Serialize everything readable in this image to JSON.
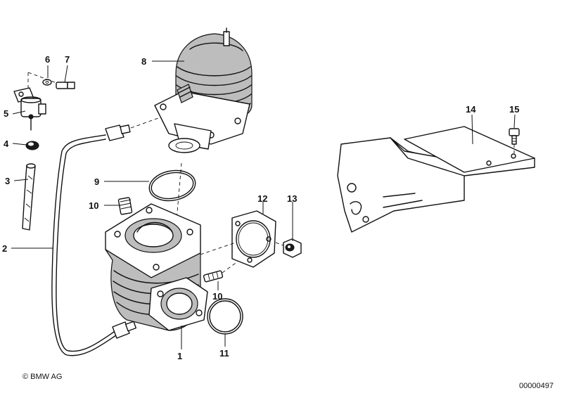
{
  "callouts": {
    "c1": "1",
    "c2": "2",
    "c3": "3",
    "c4": "4",
    "c5": "5",
    "c6": "6",
    "c7": "7",
    "c8": "8",
    "c9": "9",
    "c10a": "10",
    "c10b": "10",
    "c11": "11",
    "c12": "12",
    "c13": "13",
    "c14": "14",
    "c15": "15"
  },
  "footer": {
    "copyright": "© BMW AG",
    "image_number": "00000497"
  }
}
